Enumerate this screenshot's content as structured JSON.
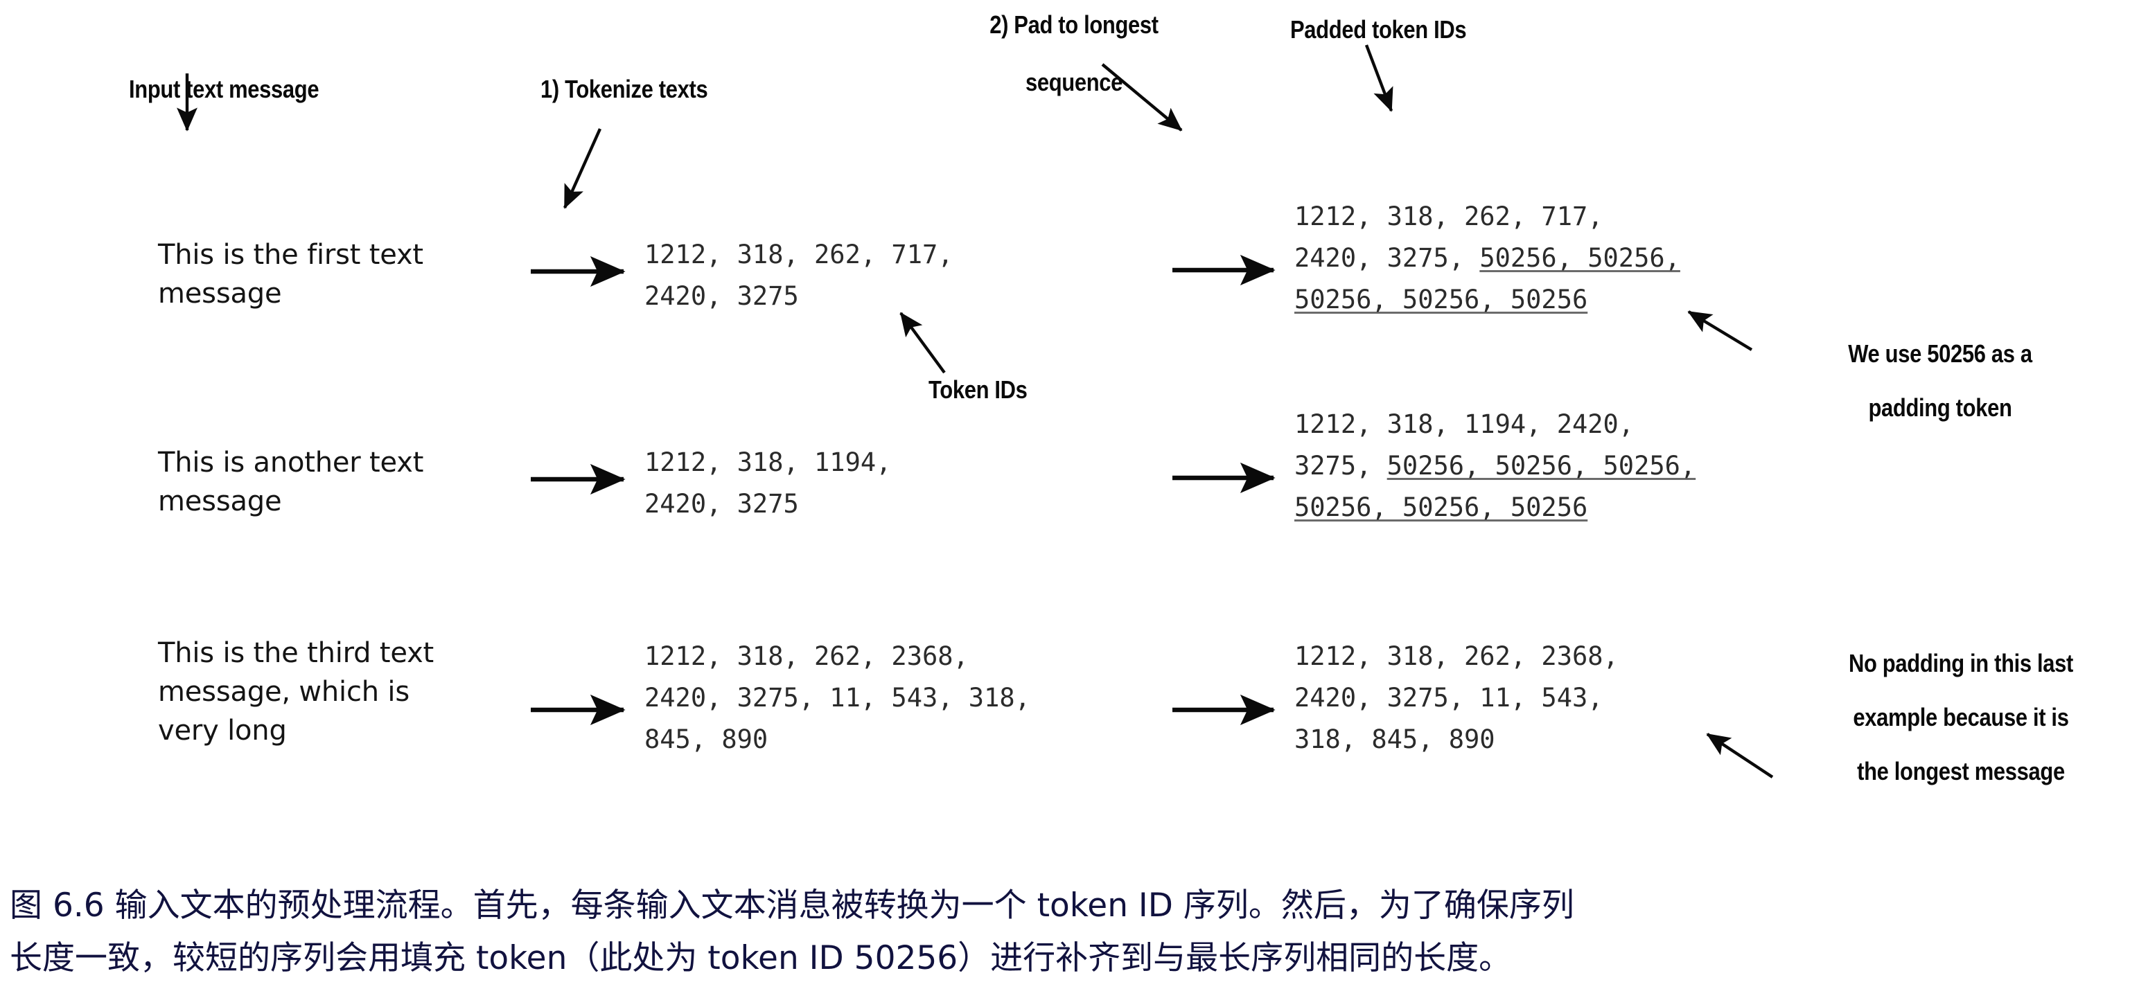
{
  "figure": {
    "annotations": {
      "input_text_message": "Input text message",
      "tokenize_texts": "1) Tokenize texts",
      "pad_to_longest_line1": "2) Pad to longest",
      "pad_to_longest_line2": "sequence",
      "padded_token_ids": "Padded token IDs",
      "token_ids": "Token IDs",
      "we_use_50256_line1": "We use 50256 as a",
      "we_use_50256_line2": "padding token",
      "no_padding_line1": "No padding in this last",
      "no_padding_line2": "example because it is",
      "no_padding_line3": "the longest message"
    },
    "rows": [
      {
        "message": "This is the first text\nmessage",
        "token_ids_lines": [
          [
            {
              "t": "1212, 318, 262, 717,",
              "pad": false
            }
          ],
          [
            {
              "t": "2420, 3275",
              "pad": false
            }
          ]
        ],
        "padded_lines": [
          [
            {
              "t": "1212, 318, 262, 717,",
              "pad": false
            }
          ],
          [
            {
              "t": "2420, 3275, ",
              "pad": false
            },
            {
              "t": "50256, 50256,",
              "pad": true
            }
          ],
          [
            {
              "t": "50256, 50256, 50256",
              "pad": true
            }
          ]
        ]
      },
      {
        "message": "This is another text\nmessage",
        "token_ids_lines": [
          [
            {
              "t": "1212, 318, 1194,",
              "pad": false
            }
          ],
          [
            {
              "t": "2420, 3275",
              "pad": false
            }
          ]
        ],
        "padded_lines": [
          [
            {
              "t": "1212, 318, 1194, 2420,",
              "pad": false
            }
          ],
          [
            {
              "t": "3275, ",
              "pad": false
            },
            {
              "t": "50256, 50256, 50256,",
              "pad": true
            }
          ],
          [
            {
              "t": "50256, 50256, 50256",
              "pad": true
            }
          ]
        ]
      },
      {
        "message": "This is the third text\nmessage, which is\nvery long",
        "token_ids_lines": [
          [
            {
              "t": "1212, 318, 262, 2368,",
              "pad": false
            }
          ],
          [
            {
              "t": "2420, 3275, 11, 543, 318,",
              "pad": false
            }
          ],
          [
            {
              "t": "845, 890",
              "pad": false
            }
          ]
        ],
        "padded_lines": [
          [
            {
              "t": "1212, 318, 262, 2368,",
              "pad": false
            }
          ],
          [
            {
              "t": "2420, 3275, 11, 543,",
              "pad": false
            }
          ],
          [
            {
              "t": "318, 845, 890",
              "pad": false
            }
          ]
        ]
      }
    ],
    "caption": {
      "line1": "图 6.6 输入文本的预处理流程。首先，每条输入文本消息被转换为一个 token ID 序列。然后，为了确保序列",
      "line2": "长度一致，较短的序列会用填充 token（此处为 token ID 50256）进行补齐到与最长序列相同的长度。"
    },
    "colors": {
      "ink": "#0a0a0a",
      "mono_ink": "#2b2b2b",
      "caption_ink": "#11123f",
      "background": "#ffffff"
    }
  }
}
